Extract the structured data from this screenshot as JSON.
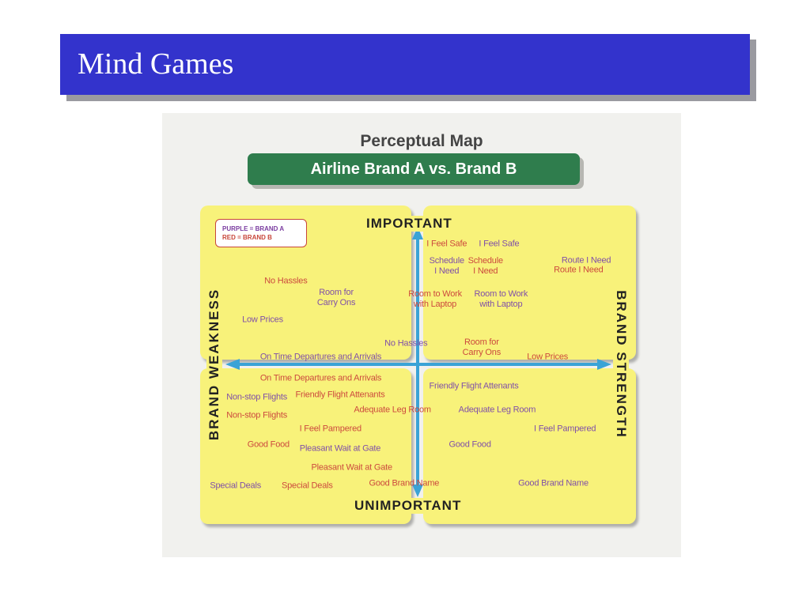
{
  "slide": {
    "title": "Mind Games"
  },
  "map": {
    "title": "Perceptual Map",
    "subtitle": "Airline Brand A vs. Brand B",
    "axes": {
      "top": "IMPORTANT",
      "bottom": "UNIMPORTANT",
      "left": "BRAND WEAKNESS",
      "right": "BRAND STRENGTH"
    },
    "legend": {
      "line1": "PURPLE = BRAND A",
      "line2": "RED = BRAND B"
    },
    "colors": {
      "brand_a": "#8050a8",
      "brand_b": "#cc4a3e",
      "axis": "#3aa3d6",
      "quadrant": "#f8f27a",
      "banner": "#2f7d4d"
    },
    "points": [
      {
        "text": "I Feel Safe",
        "brand": "b",
        "x": 0.15,
        "y": 0.87
      },
      {
        "text": "I Feel Safe",
        "brand": "a",
        "x": 0.42,
        "y": 0.87
      },
      {
        "text": "Schedule\nI Need",
        "brand": "a",
        "x": 0.15,
        "y": 0.71
      },
      {
        "text": "Schedule\nI Need",
        "brand": "b",
        "x": 0.35,
        "y": 0.71
      },
      {
        "text": "Route I Need",
        "brand": "a",
        "x": 0.87,
        "y": 0.75
      },
      {
        "text": "Route I Need",
        "brand": "b",
        "x": 0.83,
        "y": 0.68
      },
      {
        "text": "Room to Work\nwith Laptop",
        "brand": "b",
        "x": 0.09,
        "y": 0.47
      },
      {
        "text": "Room to Work\nwith Laptop",
        "brand": "a",
        "x": 0.43,
        "y": 0.47
      },
      {
        "text": "Room for\nCarry Ons",
        "brand": "b",
        "x": 0.33,
        "y": 0.12
      },
      {
        "text": "Low Prices",
        "brand": "b",
        "x": 0.67,
        "y": 0.05
      },
      {
        "text": "No Hassles",
        "brand": "a",
        "x": -0.06,
        "y": 0.15
      },
      {
        "text": "No Hassles",
        "brand": "b",
        "x": -0.68,
        "y": 0.6
      },
      {
        "text": "Room for\nCarry Ons",
        "brand": "a",
        "x": -0.42,
        "y": 0.48
      },
      {
        "text": "Low Prices",
        "brand": "a",
        "x": -0.8,
        "y": 0.32
      },
      {
        "text": "On Time Departures and Arrivals",
        "brand": "a",
        "x": -0.5,
        "y": 0.05
      },
      {
        "text": "On Time Departures and Arrivals",
        "brand": "b",
        "x": -0.5,
        "y": -0.1
      },
      {
        "text": "Friendly Flight Attenants",
        "brand": "b",
        "x": -0.4,
        "y": -0.22
      },
      {
        "text": "Friendly Flight Attenants",
        "brand": "a",
        "x": 0.29,
        "y": -0.16
      },
      {
        "text": "Non-stop Flights",
        "brand": "a",
        "x": -0.83,
        "y": -0.24
      },
      {
        "text": "Non-stop Flights",
        "brand": "b",
        "x": -0.83,
        "y": -0.37
      },
      {
        "text": "Adequate Leg Room",
        "brand": "b",
        "x": -0.13,
        "y": -0.33
      },
      {
        "text": "Adequate Leg Room",
        "brand": "a",
        "x": 0.41,
        "y": -0.33
      },
      {
        "text": "I Feel Pampered",
        "brand": "b",
        "x": -0.45,
        "y": -0.47
      },
      {
        "text": "I Feel Pampered",
        "brand": "a",
        "x": 0.76,
        "y": -0.47
      },
      {
        "text": "Good Food",
        "brand": "b",
        "x": -0.77,
        "y": -0.58
      },
      {
        "text": "Good Food",
        "brand": "a",
        "x": 0.27,
        "y": -0.58
      },
      {
        "text": "Pleasant Wait at Gate",
        "brand": "a",
        "x": -0.4,
        "y": -0.61
      },
      {
        "text": "Pleasant Wait at Gate",
        "brand": "b",
        "x": -0.34,
        "y": -0.75
      },
      {
        "text": "Special Deals",
        "brand": "a",
        "x": -0.94,
        "y": -0.88
      },
      {
        "text": "Special Deals",
        "brand": "b",
        "x": -0.57,
        "y": -0.88
      },
      {
        "text": "Good Brand Name",
        "brand": "b",
        "x": -0.07,
        "y": -0.86
      },
      {
        "text": "Good Brand Name",
        "brand": "a",
        "x": 0.7,
        "y": -0.86
      }
    ]
  }
}
